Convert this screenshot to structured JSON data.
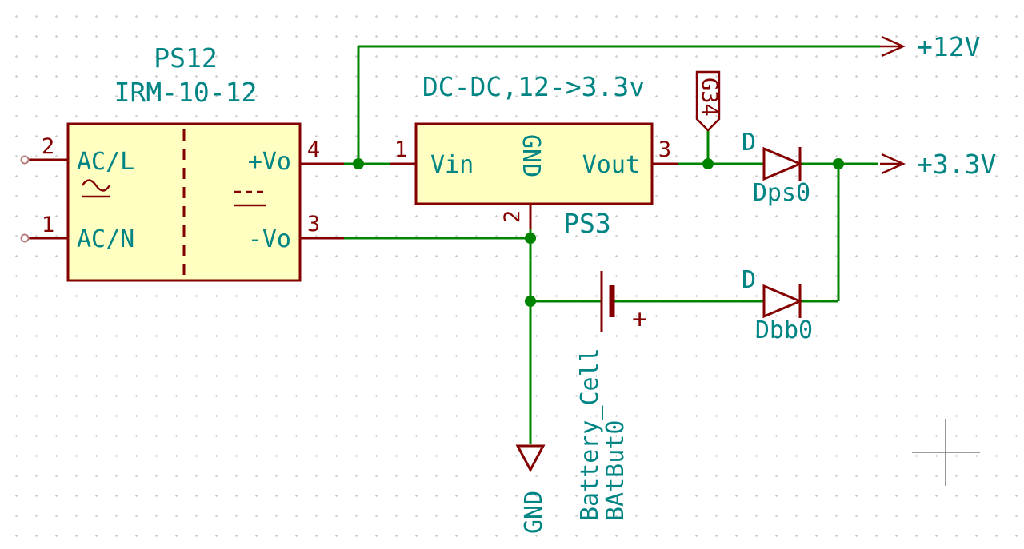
{
  "colors": {
    "background": "#FFFFFF",
    "grid_dot": "#C8C8C8",
    "wire_green": "#008400",
    "component_outline": "#840000",
    "component_fill": "#FFFFC2",
    "text_teal": "#008484",
    "cursor_gray": "#7F7F7F"
  },
  "ps12": {
    "reference": "PS12",
    "value": "IRM-10-12",
    "pins": {
      "acl": {
        "number": "2",
        "name": "AC/L"
      },
      "acn": {
        "number": "1",
        "name": "AC/N"
      },
      "vop": {
        "number": "4",
        "name": "+Vo"
      },
      "von": {
        "number": "3",
        "name": "-Vo"
      }
    }
  },
  "ps3": {
    "reference": "PS3",
    "value": "DC-DC,12->3.3v",
    "pins": {
      "vin": {
        "number": "1",
        "name": "Vin"
      },
      "gnd": {
        "number": "2",
        "name": "GND"
      },
      "vout": {
        "number": "3",
        "name": "Vout"
      }
    }
  },
  "diodes": {
    "dps0": {
      "reference": "Dps0",
      "value": "D"
    },
    "dbb0": {
      "reference": "Dbb0",
      "value": "D"
    }
  },
  "battery": {
    "reference": "BAtBut0",
    "value": "Battery_Cell",
    "polarity": "+"
  },
  "labels": {
    "g34": "G34"
  },
  "power": {
    "p12v": "+12V",
    "p3v3": "+3.3V",
    "gnd": "GND"
  }
}
